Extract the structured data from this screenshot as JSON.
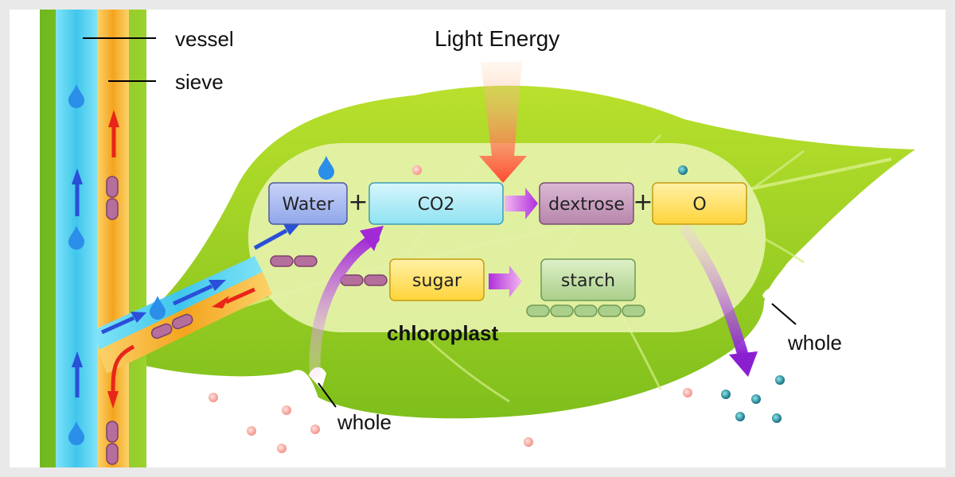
{
  "labels": {
    "vessel": "vessel",
    "sieve": "sieve",
    "light_energy": "Light Energy",
    "chloroplast": "chloroplast",
    "hole_left": "whole",
    "hole_right": "whole"
  },
  "boxes": {
    "water": "Water",
    "co2": "CO2",
    "dextrose": "dextrose",
    "oxygen": "O",
    "sugar": "sugar",
    "starch": "starch"
  },
  "operators": {
    "plus1": "+",
    "plus2": "+"
  },
  "colors": {
    "vessel": "#4fd1f0",
    "sieve": "#f7b733",
    "stem": "#8fcf2a",
    "leaf": "#a8d81e",
    "chloroplast": "#e2f0a4",
    "flow_arrow": "#2a4fd8",
    "sugar_arrow": "#e8251a",
    "conversion_arrow": "#b23bd6",
    "light_arrow": "#ff5a3c"
  }
}
